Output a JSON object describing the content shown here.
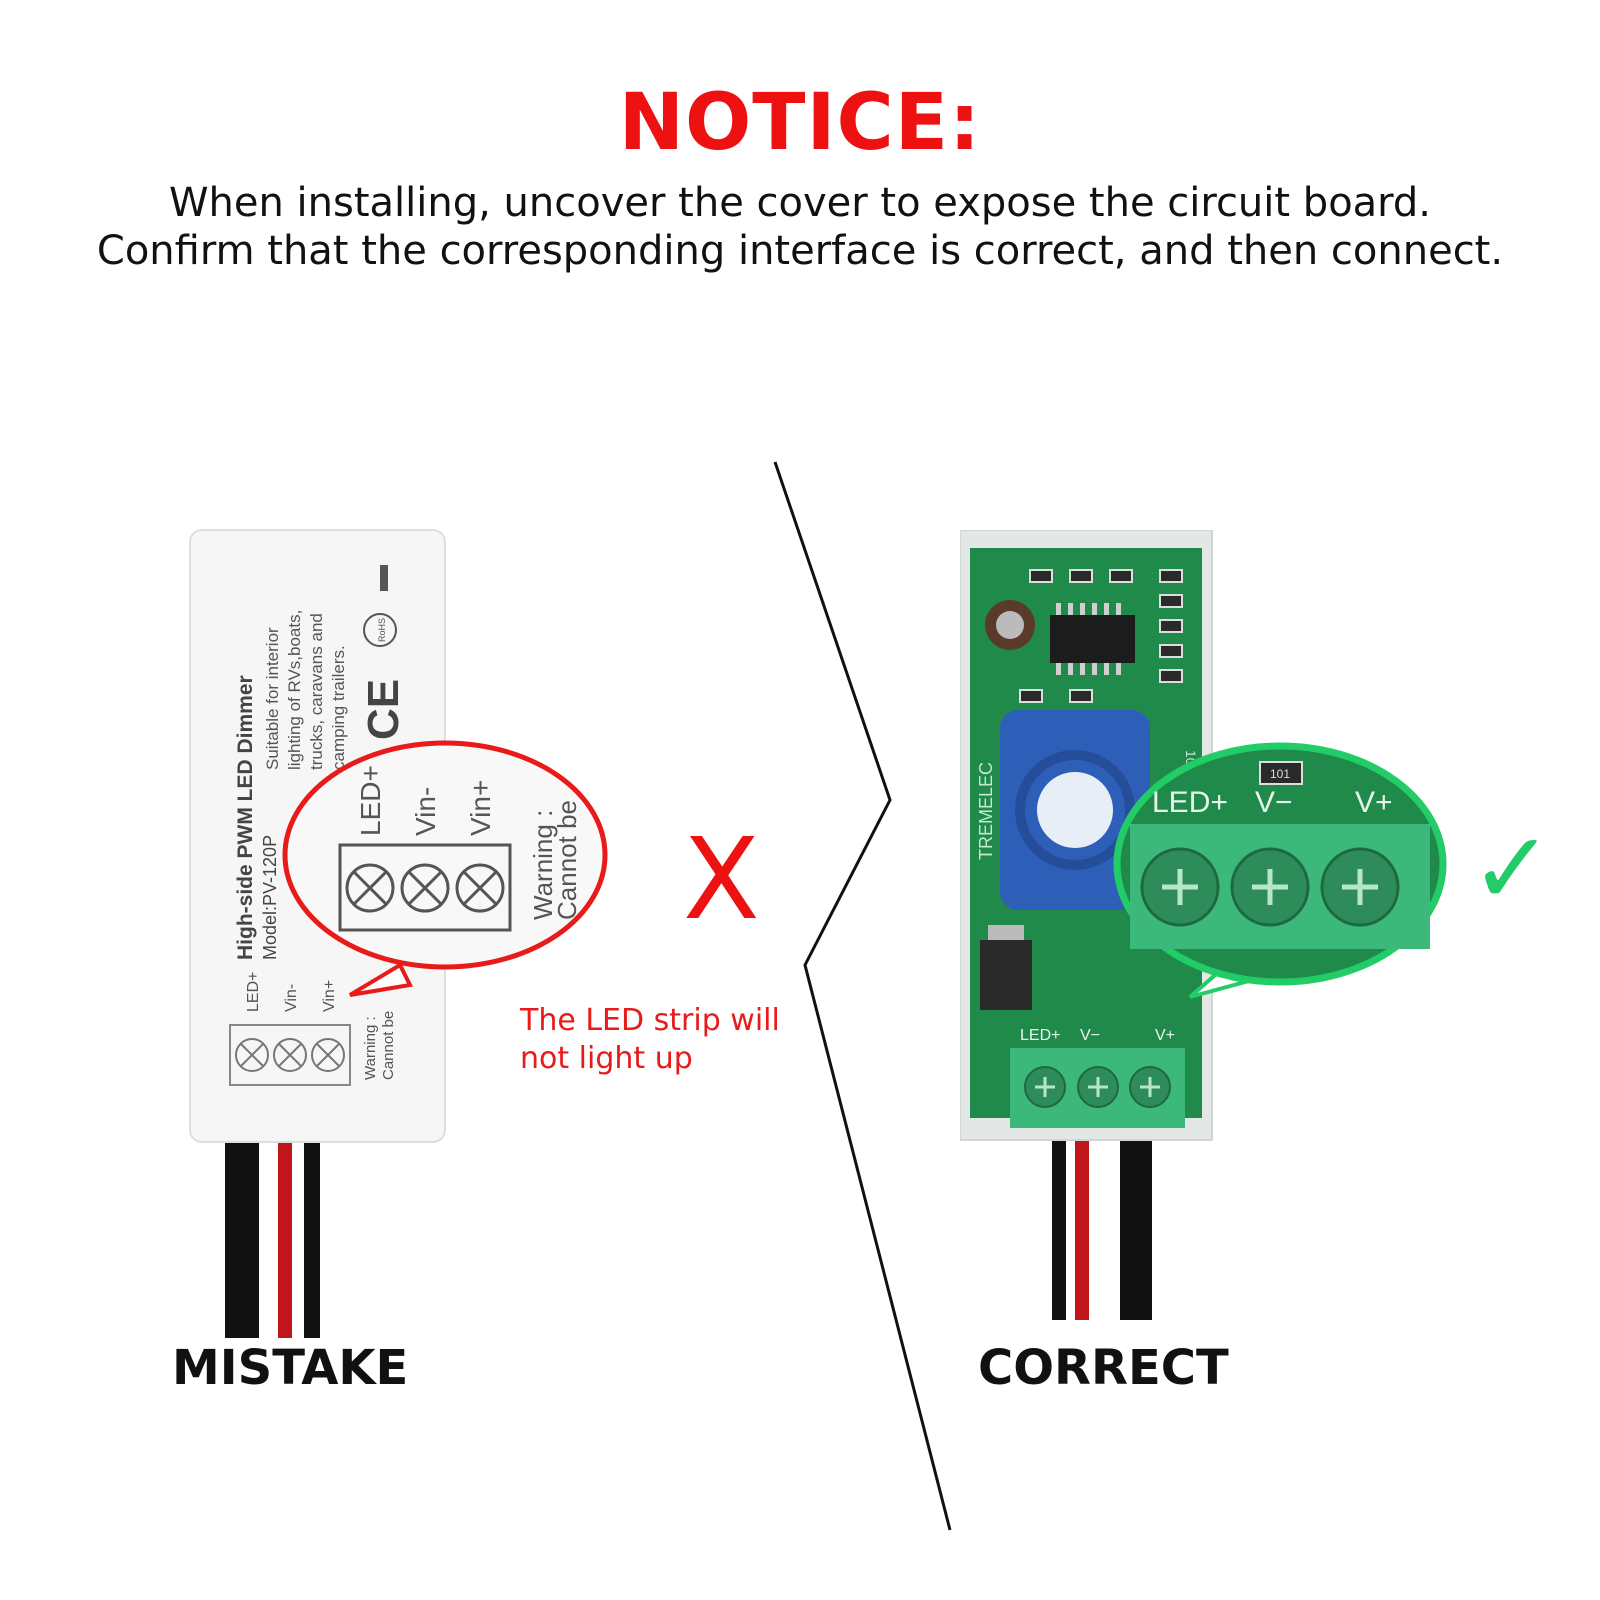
{
  "notice": {
    "title": "NOTICE:",
    "line1": "When installing, uncover the cover to expose the circuit board.",
    "line2": "Confirm that the corresponding interface is correct, and then connect."
  },
  "mistake": {
    "caption": "MISTAKE",
    "mark": "X",
    "note_line1": "The LED strip will",
    "note_line2": "not light up",
    "device": {
      "title": "High-side PWM  LED Dimmer",
      "model": "Model:PV-120P",
      "desc1": "Suitable for interior",
      "desc2": "lighting of RVs,boats,",
      "desc3": "trucks, caravans and",
      "desc4": "camping trailers.",
      "terminals": [
        "LED+",
        "Vin-",
        "Vin+"
      ],
      "warning1": "Warning :",
      "warning2": "Cannot be",
      "cert1": "CE",
      "cert2": "RoHS"
    }
  },
  "correct": {
    "caption": "CORRECT",
    "mark": "✓",
    "board": {
      "brand": "TREMELEC",
      "version": "1017-V3",
      "terminals": [
        "LED+",
        "V−",
        "V+"
      ],
      "chip_label": "101"
    }
  },
  "colors": {
    "notice_red": "#ee1111",
    "highlight_red": "#e81a1a",
    "highlight_green": "#22cc66",
    "board_green": "#1f8a4a",
    "terminal_green": "#3cb97a"
  }
}
